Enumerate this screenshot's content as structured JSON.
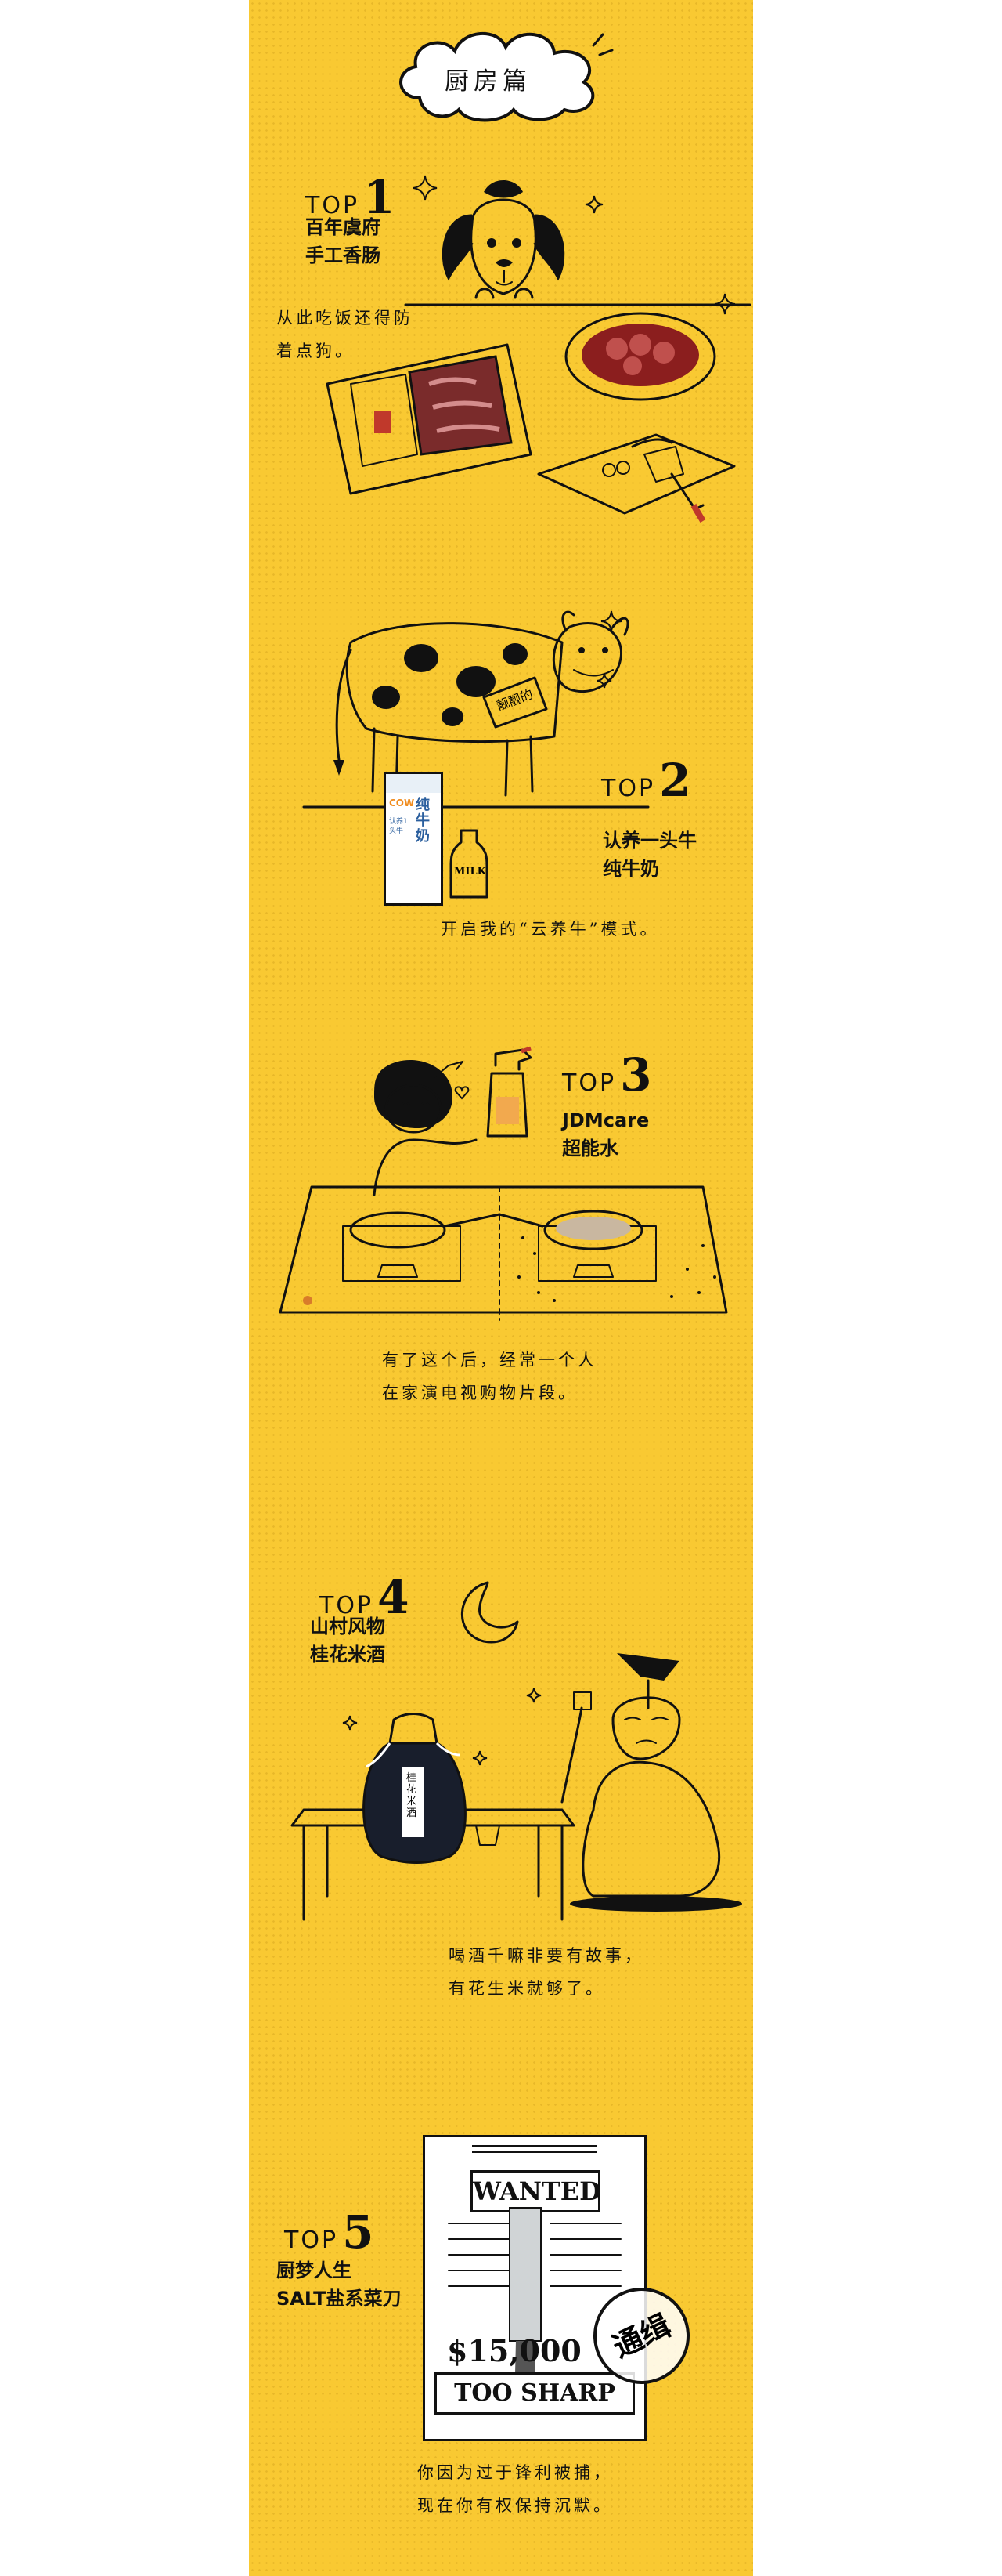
{
  "header": {
    "title": "厨房篇"
  },
  "items": [
    {
      "top_label": "TOP",
      "top_num": "1",
      "name_line1": "百年虞府",
      "name_line2": "手工香肠",
      "caption_line1": "从此吃饭还得防",
      "caption_line2": "着点狗。"
    },
    {
      "top_label": "TOP",
      "top_num": "2",
      "name_line1": "认养一头牛",
      "name_line2": "纯牛奶",
      "caption_line1": "开启我的“云养牛”模式。",
      "caption_line2": ""
    },
    {
      "top_label": "TOP",
      "top_num": "3",
      "name_line1": "JDMcare",
      "name_line2": "超能水",
      "caption_line1": "有了这个后，经常一个人",
      "caption_line2": "在家演电视购物片段。"
    },
    {
      "top_label": "TOP",
      "top_num": "4",
      "name_line1": "山村风物",
      "name_line2": "桂花米酒",
      "caption_line1": "喝酒千嘛非要有故事，",
      "caption_line2": "有花生米就够了。"
    },
    {
      "top_label": "TOP",
      "top_num": "5",
      "name_line1": "厨梦人生",
      "name_line2": "SALT盐系菜刀",
      "caption_line1": "你因为过于锋利被捕，",
      "caption_line2": "现在你有权保持沉默。"
    }
  ],
  "illustrations": {
    "cow_sign": "靓靓的",
    "milk_box_brand": "COW",
    "milk_box_text": "纯牛奶",
    "milk_box_sub": "认养1头牛",
    "milk_bottle": "MILK",
    "wine_label": "桂花米酒",
    "wanted_title": "WANTED",
    "wanted_price": "$15,000",
    "wanted_subtitle": "TOO SHARP",
    "wanted_stamp": "通缉"
  },
  "colors": {
    "background": "#f9c932",
    "ink": "#111111",
    "page": "#ffffff"
  }
}
